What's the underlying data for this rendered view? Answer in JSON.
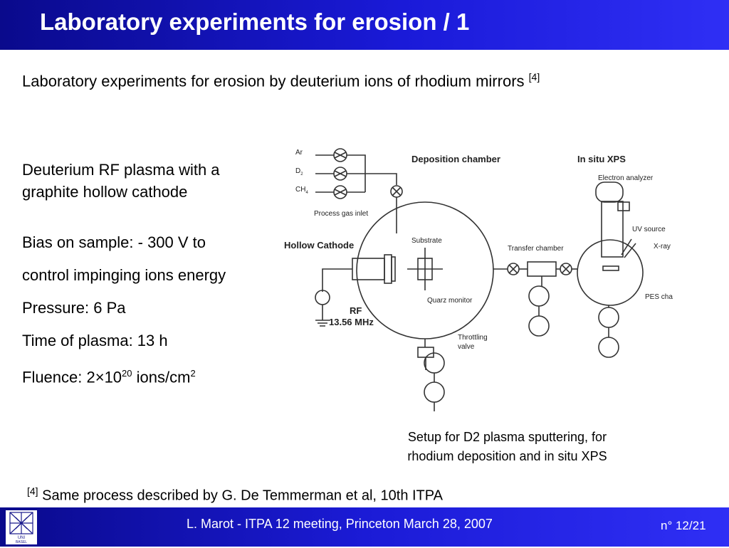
{
  "header": {
    "title": "Laboratory experiments for erosion / 1"
  },
  "subtitle": {
    "text": "Laboratory experiments for erosion by deuterium ions of rhodium mirrors",
    "ref": "[4]"
  },
  "bullets": {
    "b1": "Deuterium RF plasma with a graphite hollow cathode",
    "b2": "Bias on sample: - 300 V to",
    "b3": "control impinging ions energy",
    "b4": "Pressure: 6 Pa",
    "b5": "Time of plasma: 13 h",
    "b6_prefix": "Fluence: 2×10",
    "b6_exp": "20",
    "b6_unit": " ions/cm",
    "b6_unit_exp": "2"
  },
  "diagram": {
    "ar": "Ar",
    "d2": "D",
    "d2_sub": "2",
    "ch4": "CH",
    "ch4_sub": "4",
    "process_gas_inlet": "Process gas inlet",
    "deposition_chamber": "Deposition chamber",
    "in_situ_xps": "In situ XPS",
    "electron_analyzer": "Electron analyzer",
    "uv_source": "UV source",
    "xray_source": "X-ray source",
    "hollow_cathode": "Hollow Cathode",
    "substrate": "Substrate",
    "transfer_chamber": "Transfer chamber",
    "quarz_monitor": "Quarz monitor",
    "pes_chamber": "PES chamber",
    "rf": "RF",
    "rf_freq": "13.56 MHz",
    "throttling": "Throttling",
    "valve": "valve"
  },
  "caption": {
    "line1": "Setup for D2 plasma sputtering, for",
    "line2": "rhodium deposition and in situ XPS"
  },
  "reference": {
    "marker": "[4]",
    "text": " Same process described by G. De Temmerman et al, 10th ITPA"
  },
  "footer": {
    "center": "L. Marot - ITPA 12 meeting, Princeton March 28, 2007",
    "page": "n° 12/21",
    "logo_text_1": "UNI",
    "logo_text_2": "BASEL"
  }
}
